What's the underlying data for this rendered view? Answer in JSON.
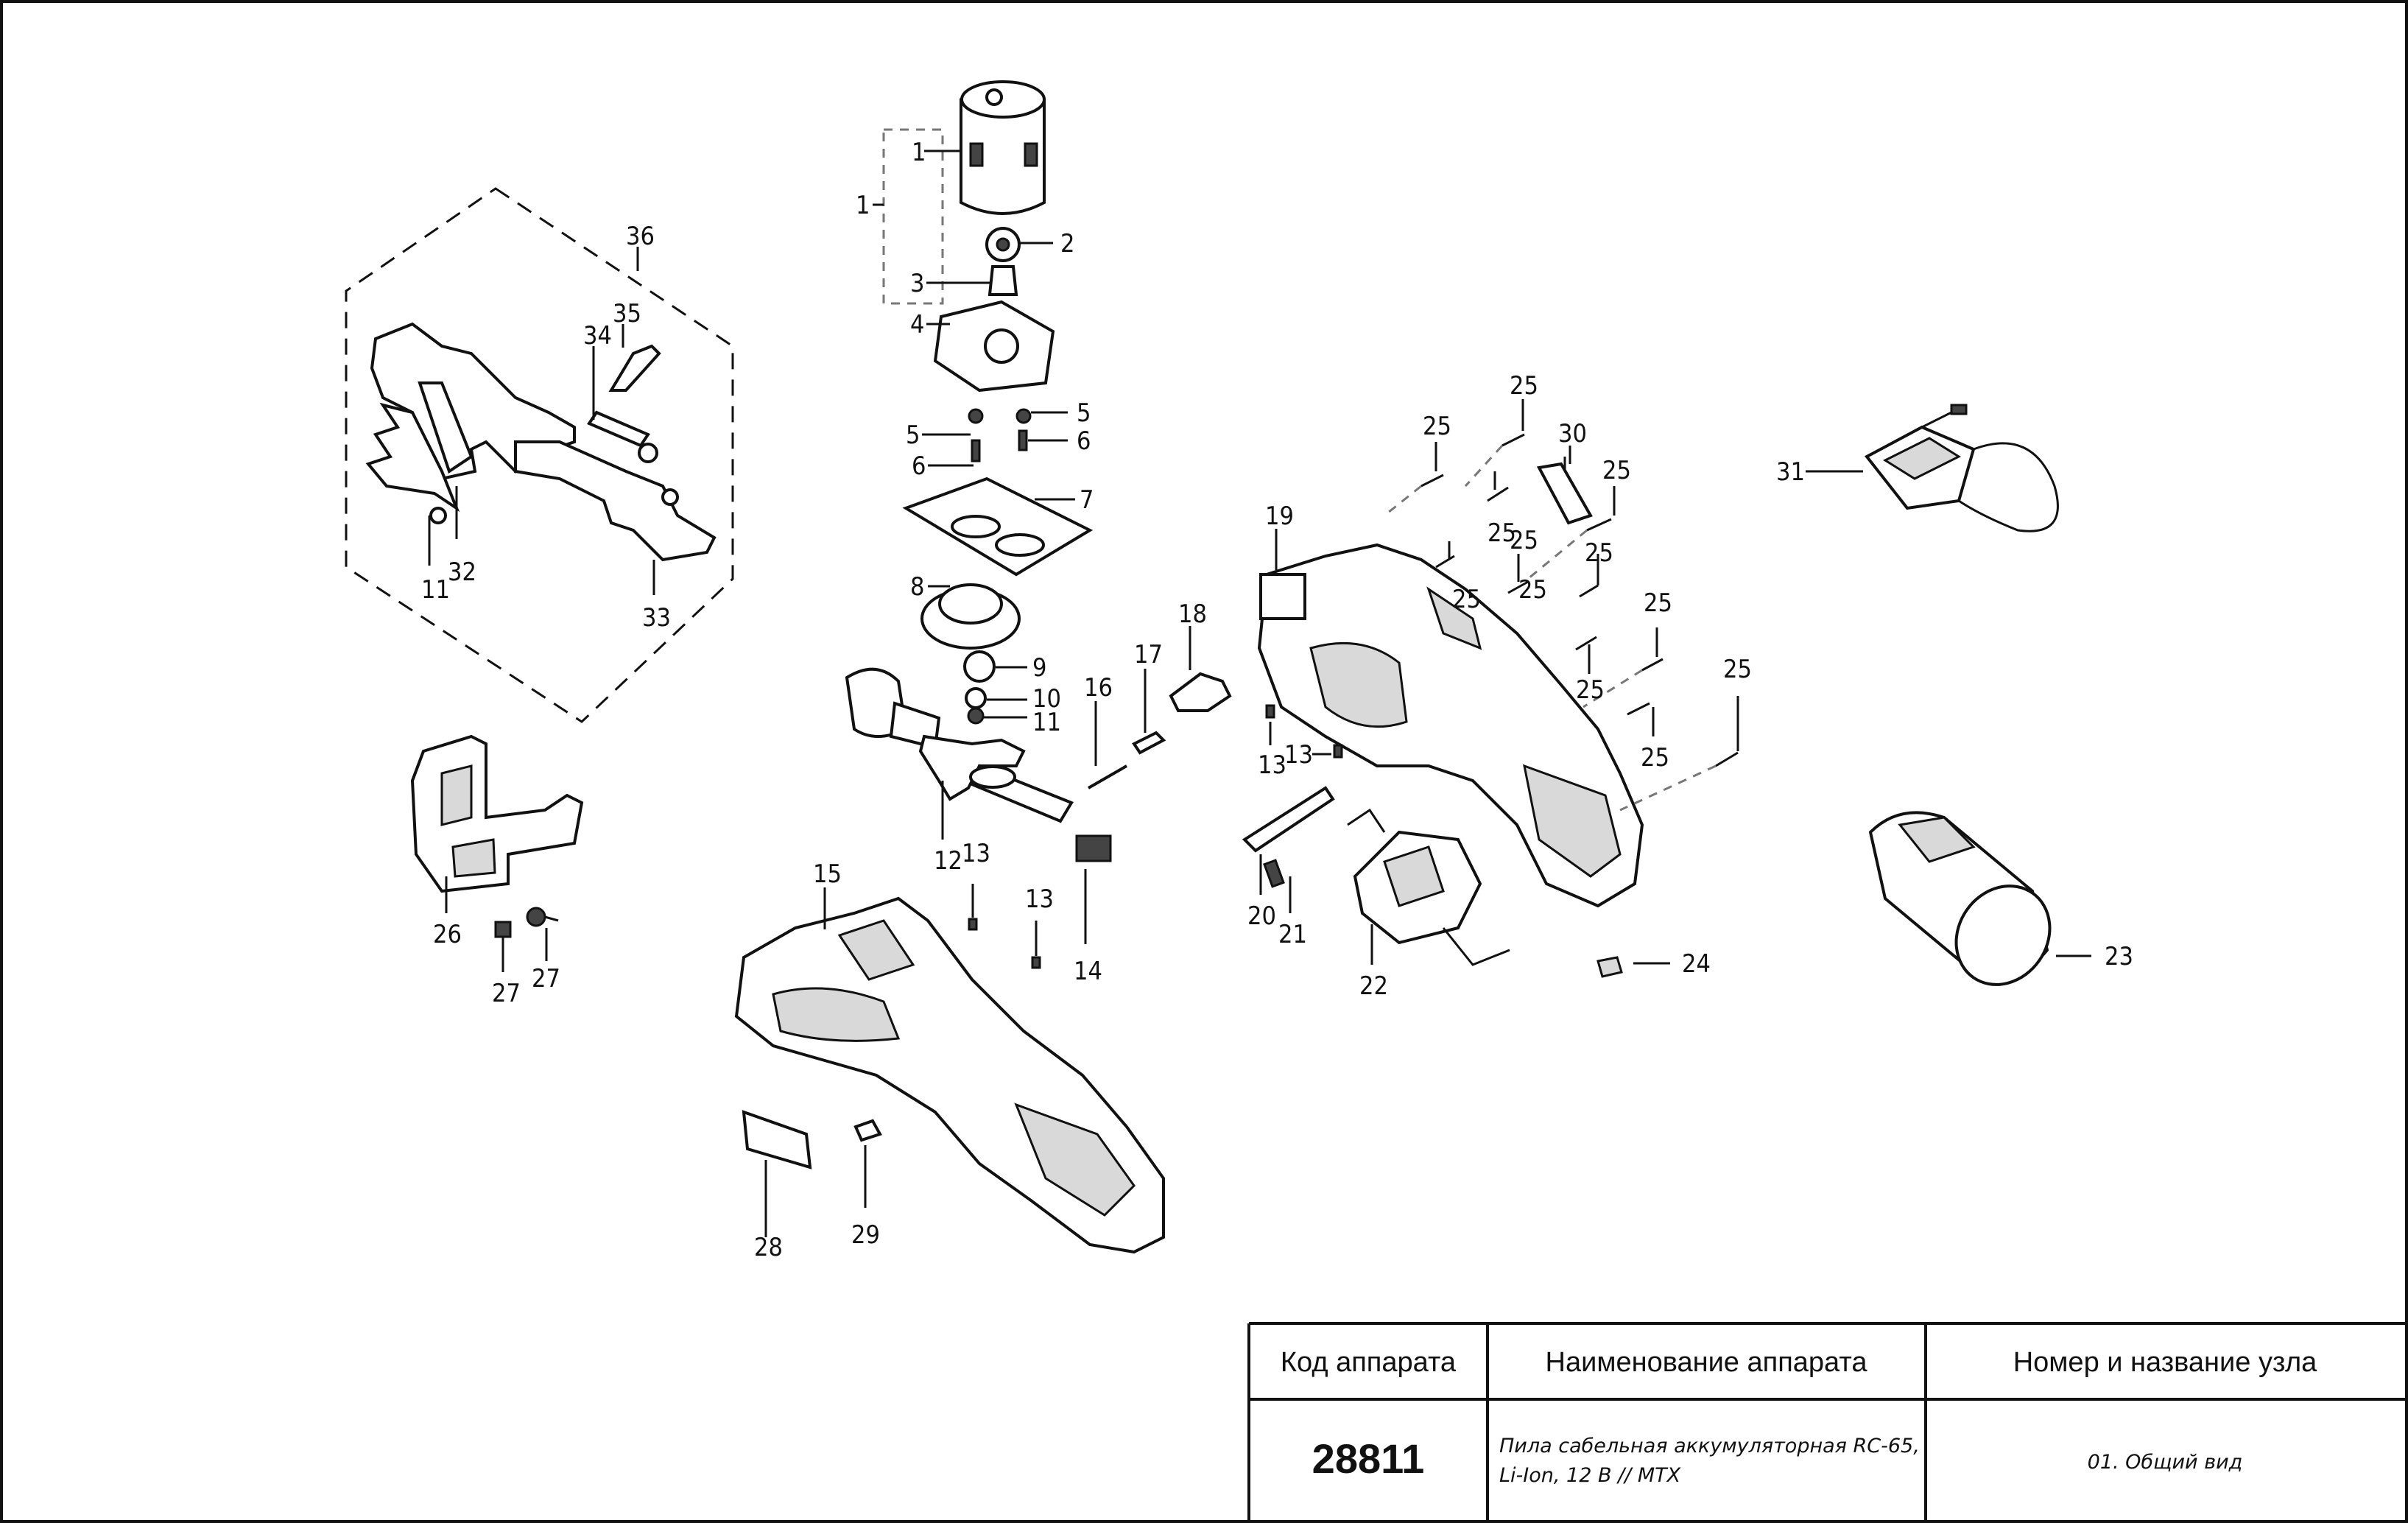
{
  "labels": {
    "l1a": "1",
    "l1b": "1",
    "l2": "2",
    "l3": "3",
    "l4": "4",
    "l5a": "5",
    "l5b": "5",
    "l6a": "6",
    "l6b": "6",
    "l7": "7",
    "l8": "8",
    "l9": "9",
    "l10": "10",
    "l11a": "11",
    "l11b": "11",
    "l12": "12",
    "l13a": "13",
    "l13b": "13",
    "l13c": "13",
    "l13d": "13",
    "l14": "14",
    "l15": "15",
    "l16": "16",
    "l17": "17",
    "l18": "18",
    "l19": "19",
    "l20": "20",
    "l21": "21",
    "l22": "22",
    "l23": "23",
    "l24": "24",
    "l25a": "25",
    "l25b": "25",
    "l25c": "25",
    "l25d": "25",
    "l25e": "25",
    "l25f": "25",
    "l25g": "25",
    "l25h": "25",
    "l25i": "25",
    "l25j": "25",
    "l25k": "25",
    "l25l": "25",
    "l26": "26",
    "l27a": "27",
    "l27b": "27",
    "l28": "28",
    "l29": "29",
    "l30": "30",
    "l31": "31",
    "l32": "32",
    "l33": "33",
    "l34": "34",
    "l35": "35",
    "l36": "36"
  },
  "title_block": {
    "header_code": "Код аппарата",
    "header_name": "Наименование аппарата",
    "header_node": "Номер и название узла",
    "code": "28811",
    "name_line1": "Пила сабельная аккумуляторная RC-65,",
    "name_line2": "Li-Ion, 12 В // MTX",
    "node": "01. Общий вид"
  }
}
